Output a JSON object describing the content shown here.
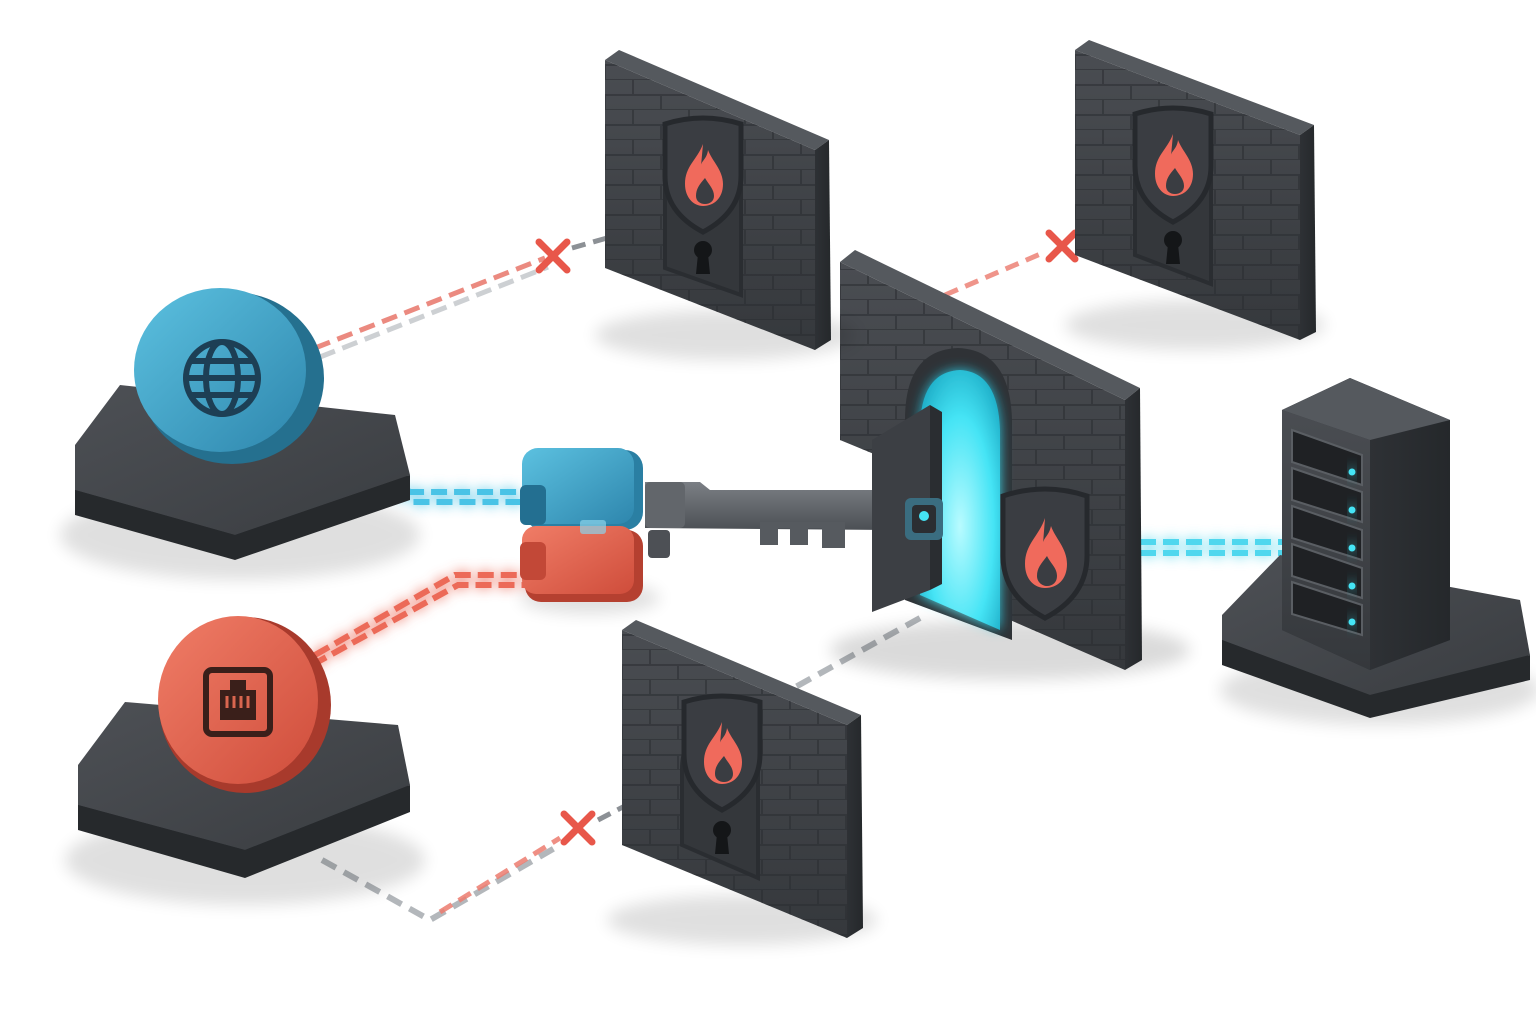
{
  "diagram": {
    "colors": {
      "background": "#ffffff",
      "internet": "#3aa3c9",
      "ethernet": "#e0644f",
      "wall": "#3f4247",
      "wall_dark": "#2c2f33",
      "glow": "#45e4f5",
      "blocked": "#e8574a",
      "neutral_link": "#a9adb2",
      "flame": "#f06a5c"
    },
    "nodes": [
      {
        "id": "internet-source",
        "icon": "globe-icon",
        "color": "internet"
      },
      {
        "id": "ethernet-source",
        "icon": "ethernet-port-icon",
        "color": "ethernet"
      },
      {
        "id": "merge-connector",
        "icon": "merge-block-icon"
      },
      {
        "id": "master-key",
        "icon": "key-icon"
      },
      {
        "id": "firewall-gate-open",
        "icon": "shield-flame-icon",
        "state": "open"
      },
      {
        "id": "firewall-top-left",
        "icon": "shield-flame-icon",
        "state": "locked"
      },
      {
        "id": "firewall-top-right",
        "icon": "shield-flame-icon",
        "state": "locked"
      },
      {
        "id": "firewall-bottom",
        "icon": "shield-flame-icon",
        "state": "locked"
      },
      {
        "id": "server",
        "icon": "server-rack-icon"
      }
    ],
    "links": [
      {
        "from": "internet-source",
        "to": "firewall-top-left",
        "status": "blocked"
      },
      {
        "from": "internet-source",
        "to": "merge-connector",
        "status": "allowed"
      },
      {
        "from": "ethernet-source",
        "to": "merge-connector",
        "status": "allowed"
      },
      {
        "from": "ethernet-source",
        "to": "firewall-bottom",
        "status": "blocked"
      },
      {
        "from": "firewall-gate-open",
        "to": "firewall-top-right",
        "status": "blocked"
      },
      {
        "from": "firewall-gate-open",
        "to": "firewall-bottom",
        "status": "inactive"
      },
      {
        "from": "firewall-gate-open",
        "to": "server",
        "status": "allowed"
      }
    ]
  }
}
